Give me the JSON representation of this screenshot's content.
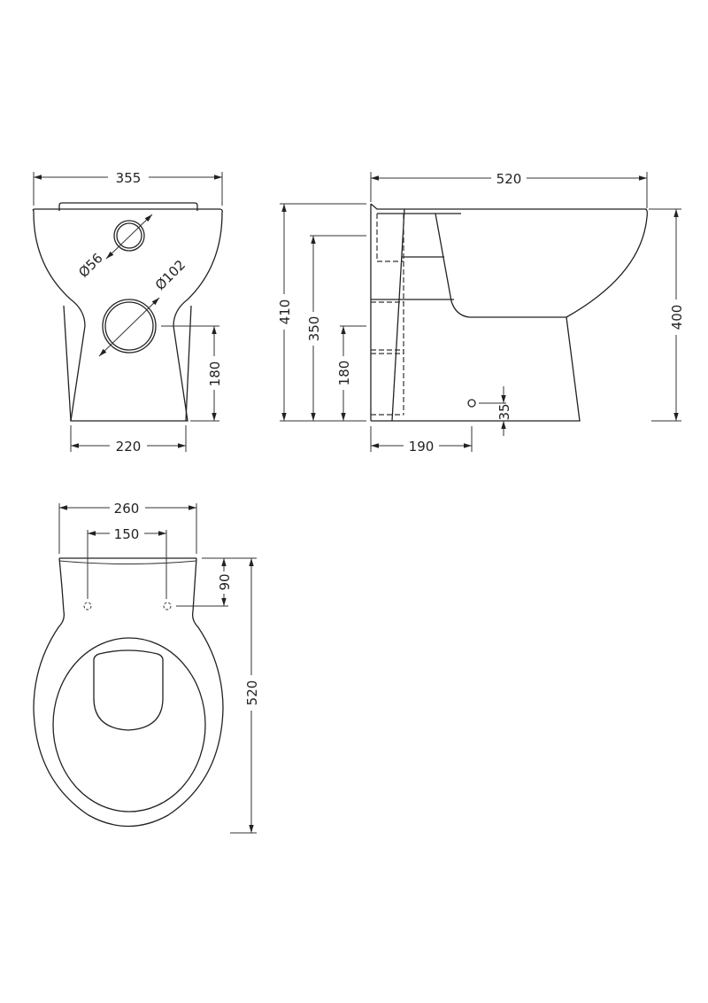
{
  "drawing": {
    "line_color": "#222222",
    "background": "#ffffff",
    "units": "mm"
  },
  "front_view": {
    "dimensions": {
      "overall_width": "355",
      "base_width": "220",
      "outlet_height": "180",
      "small_inlet_diameter": "Ø56",
      "large_outlet_diameter": "Ø102"
    }
  },
  "side_view": {
    "dimensions": {
      "overall_depth": "520",
      "overall_height_back": "410",
      "height_350": "350",
      "outlet_height": "180",
      "rim_height": "400",
      "outlet_depth": "190",
      "fixing_height": "35"
    }
  },
  "top_view": {
    "dimensions": {
      "overall_width": "260",
      "hinge_spacing": "150",
      "hinge_offset": "90",
      "overall_length": "520"
    }
  }
}
